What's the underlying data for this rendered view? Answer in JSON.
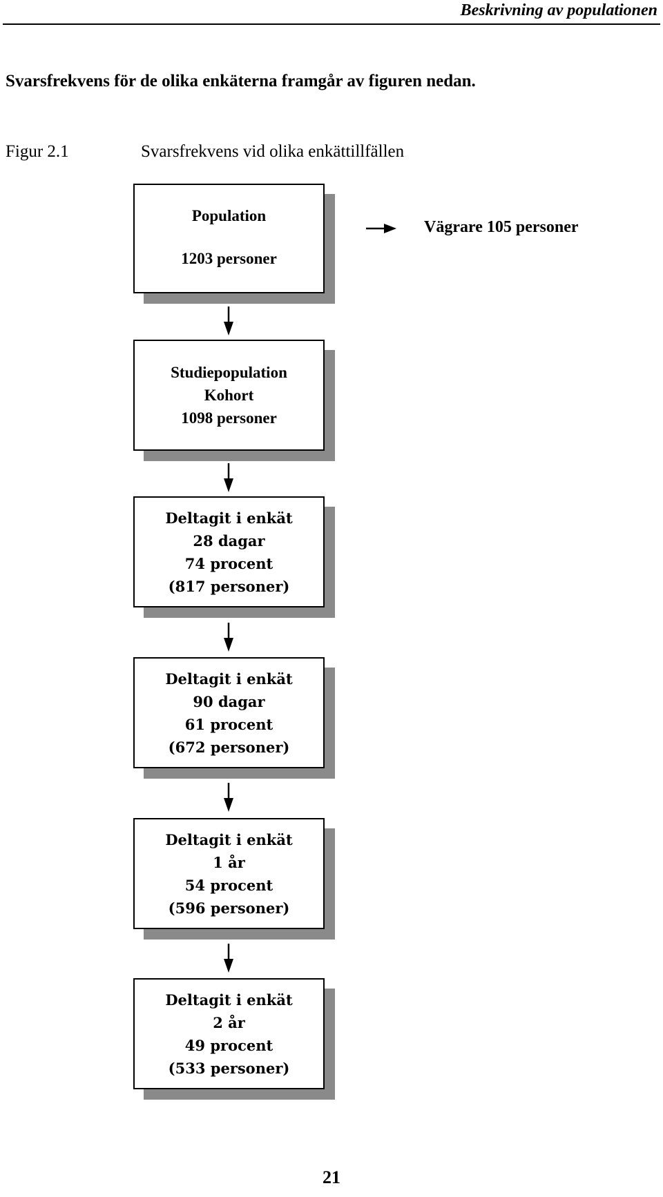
{
  "header": {
    "running_title": "Beskrivning av populationen"
  },
  "intro": {
    "text": "Svarsfrekvens för de olika enkäterna framgår av figuren nedan."
  },
  "figure": {
    "label": "Figur 2.1",
    "title": "Svarsfrekvens vid olika enkättillfällen",
    "side_note": "Vägrare 105 personer",
    "boxes": [
      {
        "lines": [
          "Population",
          "1203 personer"
        ]
      },
      {
        "lines": [
          "Studiepopulation",
          "Kohort",
          "1098 personer"
        ]
      },
      {
        "lines": [
          "Deltagit i enkät",
          "28 dagar",
          "74 procent",
          "(817 personer)"
        ]
      },
      {
        "lines": [
          "Deltagit i enkät",
          "90 dagar",
          "61 procent",
          "(672 personer)"
        ]
      },
      {
        "lines": [
          "Deltagit i enkät",
          "1 år",
          "54 procent",
          "(596 personer)"
        ]
      },
      {
        "lines": [
          "Deltagit i enkät",
          "2 år",
          "49 procent",
          "(533 personer)"
        ]
      }
    ]
  },
  "footer": {
    "page_number": "21"
  }
}
